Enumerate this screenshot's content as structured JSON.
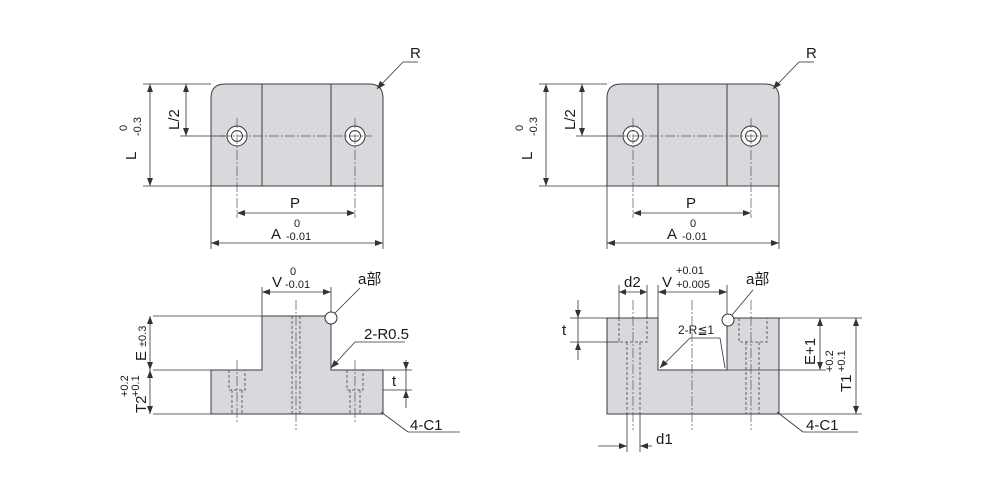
{
  "labels": {
    "R": "R",
    "L": "L",
    "L_tol_upper": "0",
    "L_tol_lower": "-0.3",
    "L_half": "L/2",
    "P": "P",
    "A": "A",
    "A_tol_upper": "0",
    "A_tol_lower": "-0.01",
    "V": "V",
    "V_left_tol_upper": "0",
    "V_left_tol_lower": "-0.01",
    "V_right_tol_upper": "+0.01",
    "V_right_tol_lower": "+0.005",
    "a_part": "a部",
    "r05": "2-R0.5",
    "r_le1": "2-R≦1",
    "t": "t",
    "E": "E",
    "E_tol": "±0.3",
    "E_plus1": "E+1",
    "T2": "T2",
    "T2_tol_upper": "+0.2",
    "T2_tol_lower": "+0.1",
    "T1": "T1",
    "T1_tol_upper": "+0.2",
    "T1_tol_lower": "+0.1",
    "c1": "4-C1",
    "d1": "d1",
    "d2": "d2"
  }
}
